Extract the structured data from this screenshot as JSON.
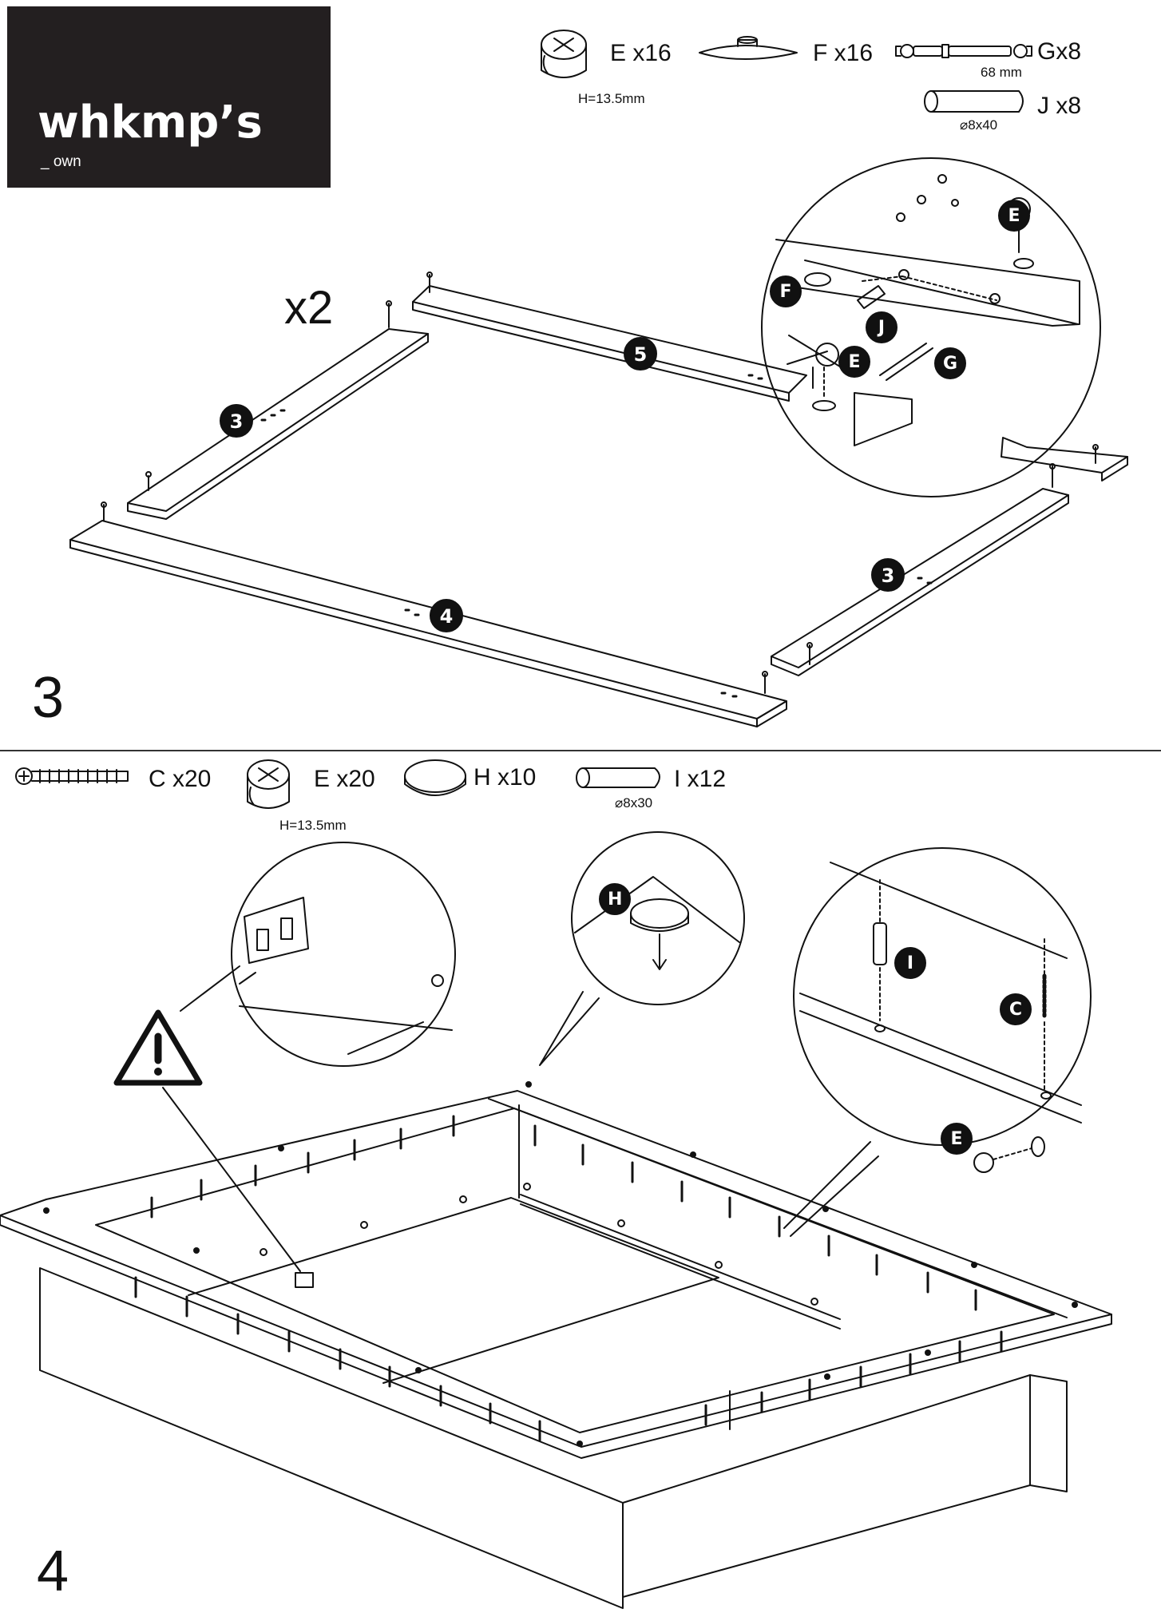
{
  "brand": {
    "name": "whkmp’s",
    "sub": "_ own"
  },
  "step3": {
    "number": "3",
    "multiplier": "x2",
    "parts": [
      {
        "id": "E",
        "label": "E x16",
        "note": "H=13.5mm"
      },
      {
        "id": "F",
        "label": "F x16"
      },
      {
        "id": "G",
        "label": "Gx8",
        "note": "68 mm"
      },
      {
        "id": "J",
        "label": "J x8",
        "note": "⌀8x40"
      }
    ],
    "panels": [
      "3",
      "4",
      "5",
      "3"
    ],
    "detail_callouts": [
      "E",
      "F",
      "J",
      "E",
      "G"
    ]
  },
  "step4": {
    "number": "4",
    "parts": [
      {
        "id": "C",
        "label": "C x20"
      },
      {
        "id": "E",
        "label": "E x20",
        "note": "H=13.5mm"
      },
      {
        "id": "H",
        "label": "H x10"
      },
      {
        "id": "I",
        "label": "I x12",
        "note": "⌀8x30"
      }
    ],
    "detail_callouts": [
      "H",
      "I",
      "C",
      "E"
    ],
    "icons": [
      "warning-icon"
    ]
  }
}
